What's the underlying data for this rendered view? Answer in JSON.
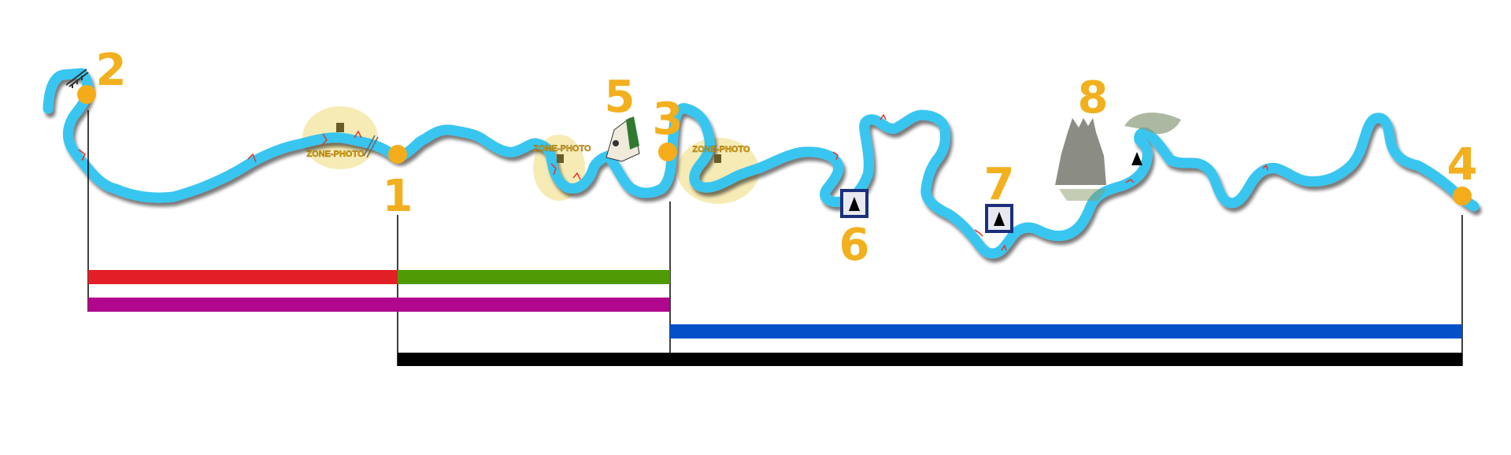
{
  "colors": {
    "river": "#2ec3f0",
    "marker": "#f5ac1a",
    "red_bar": "#e21f26",
    "green_bar": "#4f9a04",
    "purple_bar": "#b0078d",
    "blue_bar": "#0450c9",
    "black_bar": "#000000",
    "zone": "#f6e7a8"
  },
  "waypoints": [
    {
      "id": "1",
      "label": "1"
    },
    {
      "id": "2",
      "label": "2"
    },
    {
      "id": "3",
      "label": "3"
    },
    {
      "id": "4",
      "label": "4"
    },
    {
      "id": "5",
      "label": "5"
    },
    {
      "id": "6",
      "label": "6"
    },
    {
      "id": "7",
      "label": "7"
    },
    {
      "id": "8",
      "label": "8"
    }
  ],
  "zones": [
    {
      "label": "ZONE-PHOTO"
    },
    {
      "label": "ZONE-PHOTO"
    },
    {
      "label": "ZONE-PHOTO"
    }
  ],
  "icons": [
    "campsite-icon",
    "campsite-icon",
    "campsite-icon",
    "bridge-icon",
    "map-icon",
    "rock-formation-icon",
    "rapids-icon"
  ]
}
